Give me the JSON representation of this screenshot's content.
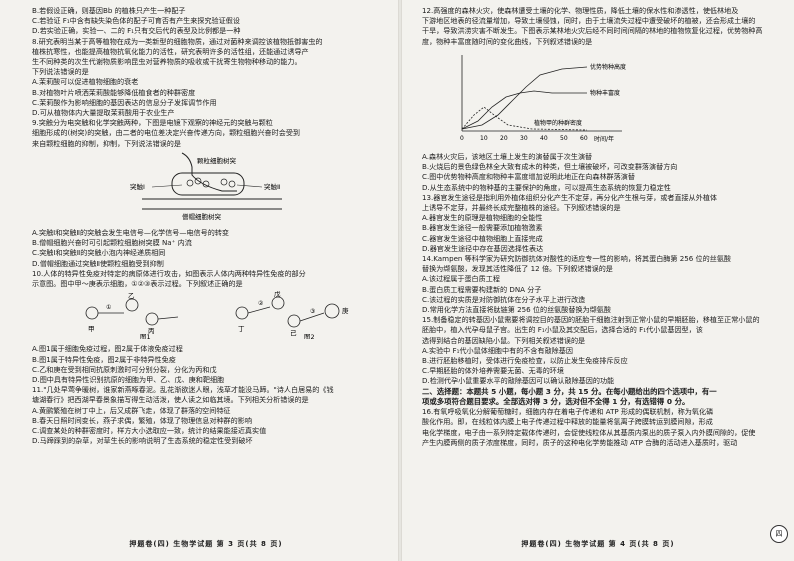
{
  "left_page": {
    "lines_top": [
      "B.若假设正确，则基因Bb 的植株只产生一种配子",
      "C.若验证 F₁中含有缺失染色体的配子可育否有产生来探究验证假设",
      "D.若实验正确，实验一、二的 F₁只有交后代的表型及比例都是一种"
    ],
    "q8": [
      "8.研究表明当某于高等植物在成为一类新型的细胞物质，通过对菌种来调控该植物抵御害虫的",
      "植株抗寒性，也能提高植物抗氧化能力的活性，研究表明许多的活性组，还能通过诱导产",
      "生不同种类的次生代谢物质影响昆虫对营养物质的吸收或干扰寄生物物种移动的能力。",
      "下列说法错误的是",
      "A.茉莉酸可以促进植物细胞的衰老",
      "B.对植物叶片喷洒茉莉酸能够降低植食者的种群密度",
      "C.茉莉酸作为影响细胞的基因表达的信息分子发挥调节作用",
      "D.可从植物体内大量提取茉莉酸用于农业生产"
    ],
    "q9": [
      "9.突触分为电突触和化学突触两种，下图是电镜下观察的神经元的突触与颗粒",
      "细胞形成的(树突)的突触，由二者的电位差决定兴奋传递方向，颗粒细胞兴奋时会受到",
      "来自颗粒细胞的抑制，抑制，下列说法错误的是"
    ],
    "q9_fig": {
      "label_granule": "颗粒细胞树突",
      "label_syn1": "突触Ⅰ",
      "label_syn2": "突触Ⅱ",
      "label_bottom": "僧帽细胞树突"
    },
    "q9_opts": [
      "A.突触Ⅰ和突触Ⅱ的突触会发生电信号—化学信号—电信号的转变",
      "B.僧帽细胞兴奋时可引起颗粒细胞树突膜 Na⁺ 内流",
      "C.突触Ⅰ和突触Ⅱ的突触小泡内神经递质相同",
      "D.僧帽细胞通过突触Ⅱ使颗粒细胞受到抑制"
    ],
    "q10": [
      "10.人体的特异性免疫对特定的病原体进行攻击，如图表示人体内两种特异性免疫的部分",
      "示意图。图中甲～庚表示细胞，①②③表示过程。下列叙述正确的是"
    ],
    "q10_fig": {
      "fig1_caption": "图1",
      "fig2_caption": "图2",
      "cells_fig1": [
        "甲",
        "乙",
        "丙"
      ],
      "cells_fig2": [
        "丁",
        "戊",
        "己",
        "庚"
      ],
      "steps": [
        "①",
        "②",
        "③"
      ]
    },
    "q10_opts": [
      "A.图1属于细胞免疫过程，图2属于体液免疫过程",
      "B.图1属于特异性免疫，图2属于非特异性免疫",
      "C.乙和庚在受到相同抗原刺激时可分别分裂，分化为丙和戊",
      "D.图中具有特异性识别抗原的细胞为甲、乙、戊、庚和靶细胞"
    ],
    "q11": [
      "11.\"几处早莺争暖树，谁家新燕啄春泥。乱花渐欲迷人眼，浅草才能没马蹄。\"诗人白居易的《钱",
      "塘湖春行》把西湖早春景象描写得生动活泼，使人读之如临其境。下列相关分析错误的是",
      "A.黄鹂繁殖在树丁中上，后又成群飞走，体现了群落的空间特征",
      "B.春天日照时间变长，燕子求偶，繁殖，体现了物理信息对种群的影响",
      "C.调查某处的种群密度时，样方大小选取应一致，统计的结果能接近真实值",
      "D.马蹄踩到的杂草，对草生长的影响说明了生态系统的稳定性受到破坏"
    ],
    "footer": "押题卷(四)  生物学试题  第 3 页(共 8 页)"
  },
  "right_page": {
    "q12": [
      "12.高强度的森林火灾，使森林遭受土壤的化学、物理性质，降低土壤的保水性和渗透性，使低林地及",
      "下游地区地表的径流量增加，导致土壤侵蚀，同时，由于土壤流失过程中遭受破坏的植被，还会形成土壤的",
      "干旱，导致洪涝灾害不断发生。下图表示某林地火灾后经不同时间间隔的林地的植物恢复化过程，优势物种高",
      "度，物种丰富度随时间的变化曲线，下列叙述错误的是"
    ],
    "q12_chart": {
      "legend_tall": "优势物种高度",
      "legend_rich": "物种丰富度",
      "legend_bio": "植物甲的种群密度",
      "x_ticks": [
        "0",
        "10",
        "20",
        "30",
        "40",
        "50",
        "60"
      ],
      "x_label": "时间/年"
    },
    "q12_opts": [
      "A.森林火灾后，该地区土壤上发生的演替属于次生演替",
      "B.火烧后的景色绿色林全大致有成木的种类，但土壤被破坏，可改变群落演替方向",
      "C.图中优势物种高度和物种丰富度增加说明此地正在向森林群落演替",
      "D.从生态系统中的物种基的主要保护的角度，可以提高生态系统的恢复力稳定性"
    ],
    "q13": [
      "13.器官发生途径是指利用外植体组织分化产生不定芽，再分化产生根与芽，或者直接从外植体",
      "上诱导不定芽，并最终长成完整植株的途径。下列叙述错误的是",
      "A.器官发生的原理是植物细胞的全能性",
      "B.器官发生途径一般需要添加植物激素",
      "C.器官发生途径中植物细胞上直接完成",
      "D.器官发生途径中存在基因选择性表达"
    ],
    "q14": [
      "14.Kampen 等科学家为研究防御抗体对酸性的适应专一性的影响，将其蛋白酶第 256 位的丝氨酸",
      "替换为缬氨酸，发现其活性降低了 12 倍。下列叙述错误的是",
      "A.该过程属于蛋白质工程",
      "B.蛋白质工程需要构建新的 DNA 分子",
      "C.该过程的实质是对防御抗体在分子水平上进行改造",
      "D.常用化学方法直接将肽链第 256 位的丝氨酸替换为缬氨酸"
    ],
    "q15": [
      "15.制备稳定的转基因小鼠需要将调控目的基因的胚胎干细胞注射到正常小鼠的早期胚胎，移植至正常小鼠的",
      "胚胎中，植入代孕母鼠子宫。出生的 F₁小鼠及其交配后，选择合适的 F₁代小鼠基因型，该",
      "选得到结合的基因缺陷小鼠。下列相关叙述错误的是",
      "A.实验中 F₁代小鼠体细胞中有的不含有敲除基因",
      "B.进行胚胎移植时，受体进行免疫检查，以防止发生免疫排斥反应",
      "C.早期胚胎的体外培养需要无菌、无毒的环境",
      "D.检测代孕小鼠重要水平的敲除基因可以确认敲除基因的功能"
    ],
    "section2": "二、选择题：本题共 5 小题，每小题 3 分，共 15 分。在每小题给出的四个选项中，有一",
    "section2_b": "项或多项符合题目要求。全部选对得 3 分，选对但不全得 1 分，有选错得 0 分。",
    "q16": [
      "16.有氧呼吸氧化分解葡萄糖时，细胞内存在着电子传递和 ATP 形成的偶联机制，称为氧化磷",
      "酸化作用。即，在线粒体内膜上电子传递过程中释放的能量将氢离子跨膜转运到膜间隙，形成",
      "电化学梯度，电子由一系列特定载体传递时，会促使线粒体从其基质内泵出的质子泵入内外膜间隙的，促使",
      "产生内膜两侧的质子浓度梯度，同时，质子的这种电化学势能推动 ATP 合酶的活动进入基质时，驱动"
    ],
    "footer": "押题卷(四)  生物学试题  第 4 页(共 8 页)",
    "badge": "四"
  }
}
